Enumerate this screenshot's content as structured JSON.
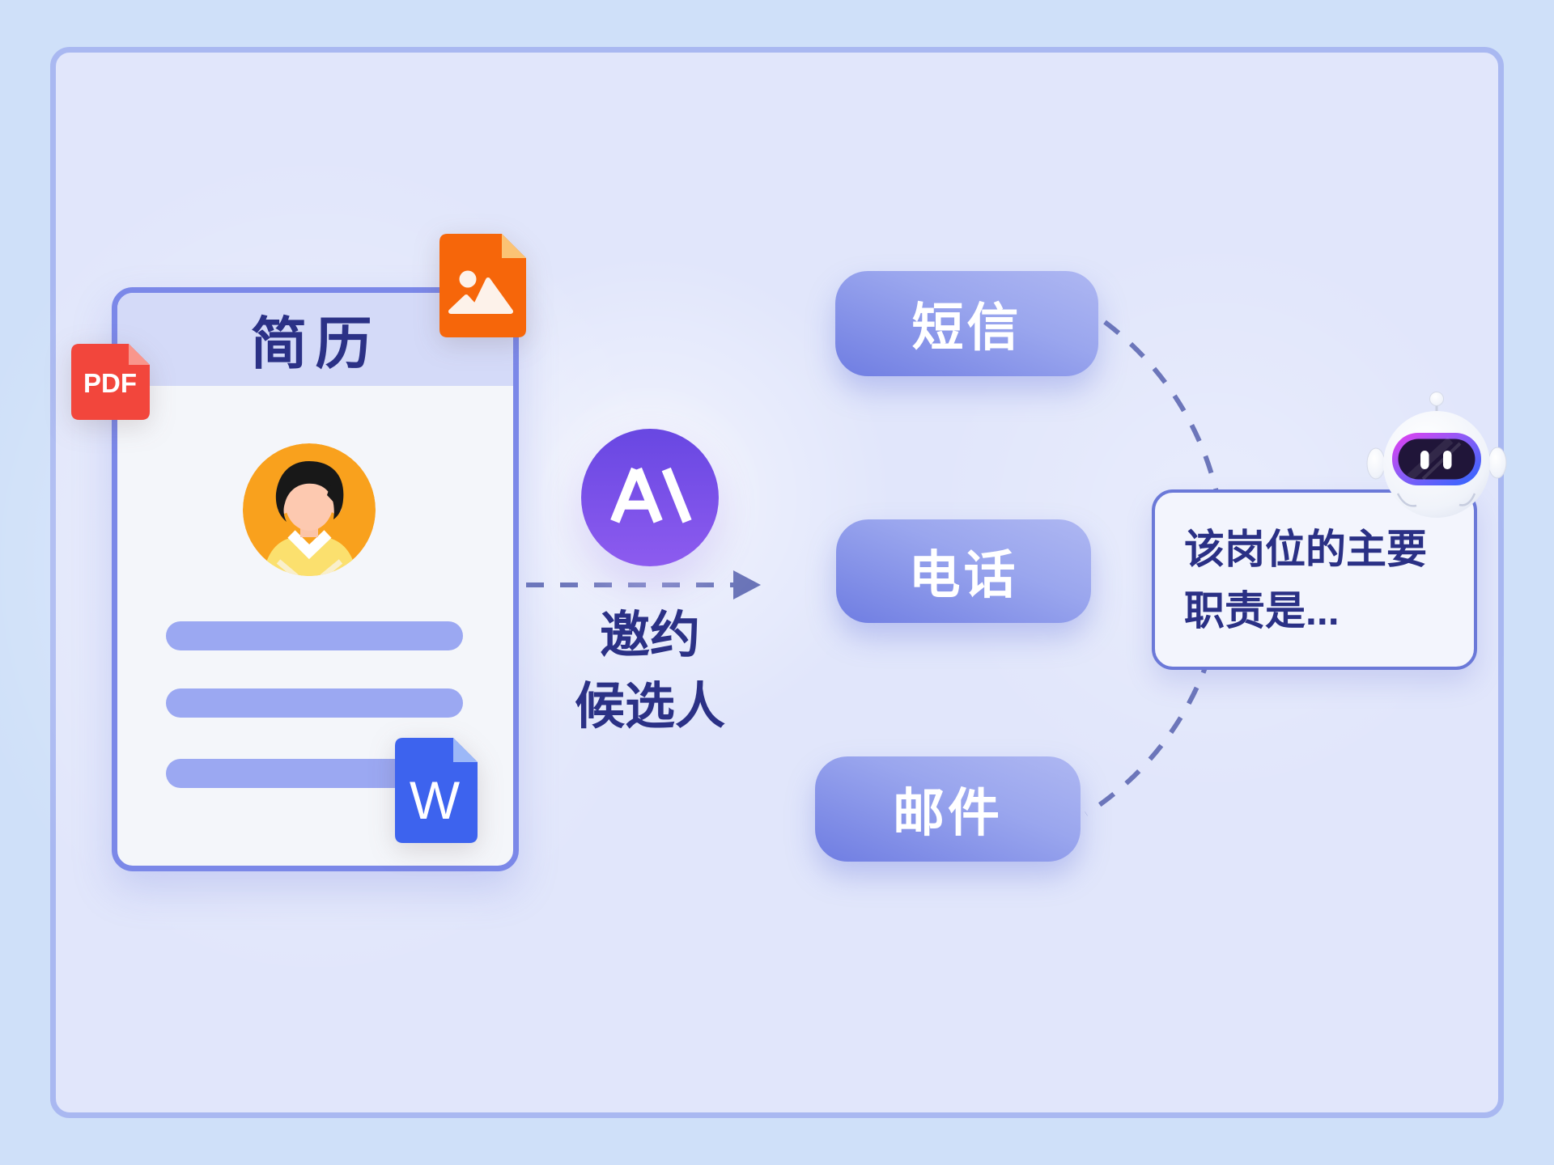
{
  "resume_card": {
    "title": "简历"
  },
  "badges": {
    "pdf_label": "PDF",
    "word_label": "W"
  },
  "ai": {
    "caption_line1": "邀约",
    "caption_line2": "候选人"
  },
  "channels": [
    {
      "id": "sms",
      "label": "短信"
    },
    {
      "id": "phone",
      "label": "电话"
    },
    {
      "id": "email",
      "label": "邮件"
    }
  ],
  "bubble": {
    "line1": "该岗位的主要",
    "line2": "职责是..."
  },
  "icons": {
    "ai_logo": "a-slash-logo",
    "pdf_file": "pdf-file-icon",
    "image_file": "image-file-icon",
    "word_file": "word-file-icon",
    "avatar": "person-avatar",
    "robot": "robot-head-icon",
    "arrow": "dashed-arrow-right"
  },
  "colors": {
    "page_bg": "#cfe0f9",
    "frame_bg": "#e1e6fb",
    "frame_border": "#a9b8f1",
    "card_border": "#7b88e8",
    "card_header_bg": "#d4daf8",
    "title_text": "#2b3186",
    "text_bar": "#9ba8f2",
    "pdf_red": "#f2463c",
    "image_orange": "#f6660a",
    "word_blue": "#3d63ee",
    "avatar_orange": "#f9a11d",
    "ai_gradient_top": "#6847e2",
    "ai_gradient_bottom": "#8d5bef",
    "pill_gradient_dark": "#6f7de2",
    "pill_gradient_light": "#aeb7f2",
    "pill_text": "#ffffff",
    "dash_line": "#6c76ba",
    "bubble_border": "#6b79d8",
    "bubble_bg": "#f3f5fd",
    "bubble_text": "#2a3085"
  }
}
